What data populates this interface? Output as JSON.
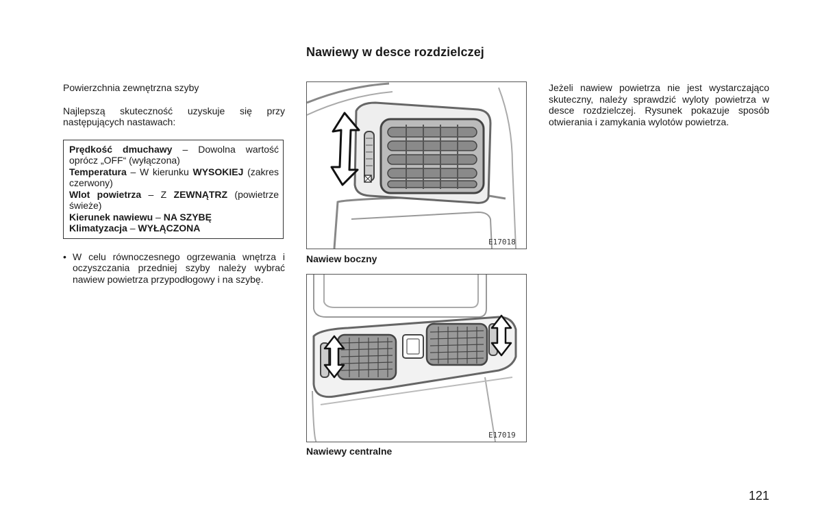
{
  "page": {
    "title": "Nawiewy w desce rozdzielczej",
    "page_number": "121"
  },
  "left": {
    "heading": "Powierzchnia zewnętrzna szyby",
    "intro": "Najlepszą skuteczność uzyskuje się przy następujących nastawach:",
    "settings": {
      "fan_label": "Prędkość dmuchawy",
      "fan_value": " – Dowolna wartość oprócz „OFF“ (wyłączona)",
      "temp_label": "Temperatura",
      "temp_sep": " – W kierunku ",
      "temp_value": "WYSOKIEJ",
      "temp_note": " (zakres czerwony)",
      "inlet_label": "Wlot powietrza",
      "inlet_sep": " – Z ",
      "inlet_value": "ZEWNĄTRZ",
      "inlet_note": " (powietrze świeże)",
      "dir_label": "Kierunek nawiewu",
      "dir_sep": " – ",
      "dir_value": "NA SZYBĘ",
      "ac_label": "Klimatyzacja",
      "ac_sep": " – ",
      "ac_value": "WYŁĄCZONA"
    },
    "bullet": "W celu równoczesnego ogrzewania wnętrza i oczyszczania przedniej szyby należy wybrać nawiew powietrza przypodłogowy i na szybę."
  },
  "figures": {
    "side": {
      "code": "E17018",
      "caption": "Nawiew boczny"
    },
    "center": {
      "code": "E17019",
      "caption": "Nawiewy centralne"
    }
  },
  "right": {
    "text": "Jeżeli nawiew powietrza nie jest wystarczająco skuteczny, należy sprawdzić wyloty powietrza w desce rozdzielczej. Rysunek pokazuje sposób otwierania i zamykania wylotów powietrza."
  }
}
